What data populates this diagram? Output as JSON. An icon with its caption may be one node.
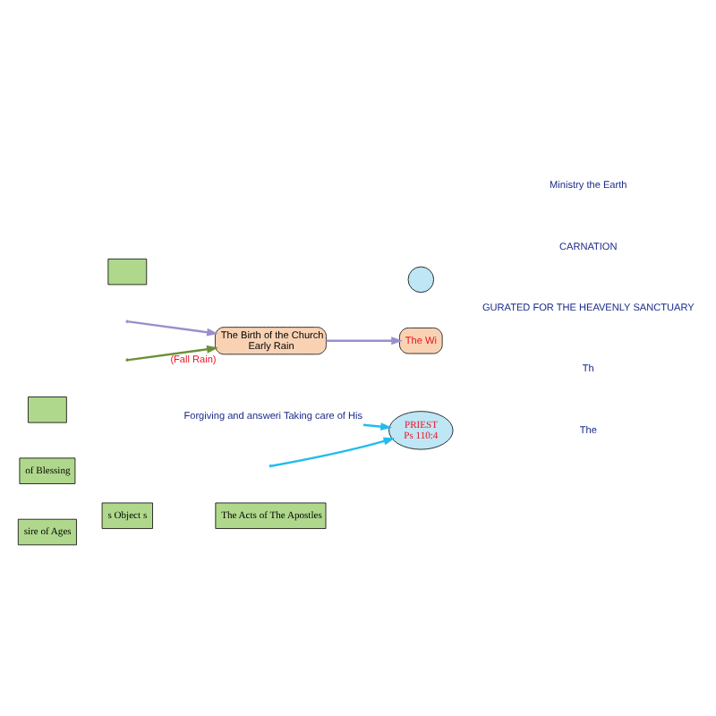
{
  "diagram": {
    "nodes": [
      {
        "text": [
          "sire of Ages"
        ]
      },
      {
        "text": [
          "of Blessing"
        ]
      },
      {
        "text": [
          "s Object s"
        ]
      },
      {
        "text": [
          "The Acts of The Apostles"
        ]
      },
      {
        "text": [],
        "shape": "box"
      },
      {
        "text": [
          "PRIEST",
          "Ps 110:4"
        ]
      },
      {
        "text": [
          "Forgiving and answeri Taking care of His"
        ]
      },
      {
        "text": [
          "The Birth of the Church",
          "Early Rain"
        ],
        "beside": [
          "(Fall Rain)"
        ]
      },
      {
        "text": [
          "The Wi"
        ]
      },
      {
        "text": [],
        "shape": "box"
      },
      {
        "text": [],
        "shape": "circle"
      }
    ],
    "edges": [
      {
        "from": null,
        "to": 5,
        "arrow": "to",
        "color": "#22bbee"
      },
      {
        "from": 6,
        "to": 5,
        "arrow": "to",
        "color": "#22bbee"
      },
      {
        "from": null,
        "to": 7,
        "arrow": "to",
        "color": "#9a8fcc"
      },
      {
        "from": 7,
        "to": 8,
        "arrow": "to",
        "color": "#9a8fcc"
      },
      {
        "from": null,
        "to": 7,
        "arrow": "to",
        "color": "#6b8f3a"
      }
    ],
    "labels": [
      "Ministry the Earth",
      "CARNATION",
      "GURATED FOR THE HEAVENLY SANCTUARY",
      "Th",
      "The"
    ]
  }
}
